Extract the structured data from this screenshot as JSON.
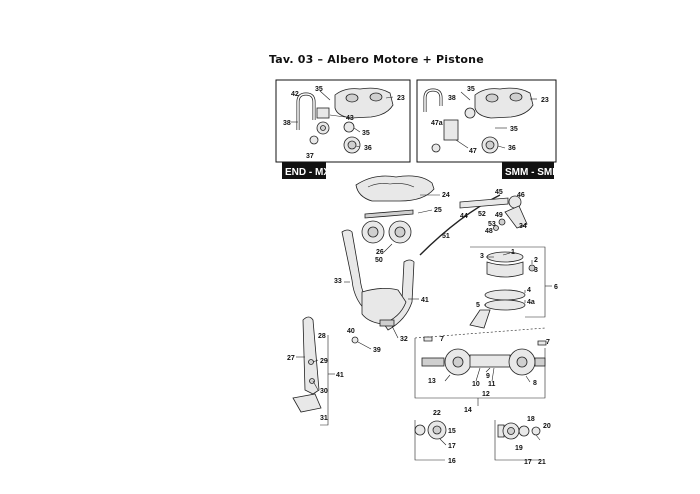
{
  "title": "Tav. 03 – Albero Motore + Pistone",
  "variant_tags": {
    "left": "END - MX",
    "right": "SMM - SMR"
  },
  "part_labels": {
    "p35a": "35",
    "p42": "42",
    "p23a": "23",
    "p38a": "38",
    "p43": "43",
    "p35b": "35",
    "p36a": "36",
    "p37": "37",
    "p38b": "38",
    "p35c": "35",
    "p23b": "23",
    "p47a": "47a",
    "p35d": "35",
    "p36b": "36",
    "p47": "47",
    "p24": "24",
    "p25": "25",
    "p26": "26",
    "p50": "50",
    "p33": "33",
    "p51": "51",
    "p41a": "41",
    "p45": "45",
    "p46": "46",
    "p52": "52",
    "p44": "44",
    "p49": "49",
    "p53": "53",
    "p48": "48",
    "p34": "34",
    "p3": "3",
    "p1": "1",
    "p2": "2",
    "p3b": "3",
    "p4": "4",
    "p6": "6",
    "p5": "5",
    "p4a": "4a",
    "p40": "40",
    "p32": "32",
    "p39": "39",
    "p7a": "7",
    "p7b": "7",
    "p27": "27",
    "p28": "28",
    "p29": "29",
    "p30": "30",
    "p41b": "41",
    "p31": "31",
    "p13": "13",
    "p10": "10",
    "p9": "9",
    "p11": "11",
    "p8": "8",
    "p12": "12",
    "p14": "14",
    "p22": "22",
    "p15": "15",
    "p17a": "17",
    "p16": "16",
    "p18": "18",
    "p20": "20",
    "p19": "19",
    "p17b": "17",
    "p21": "21"
  },
  "colors": {
    "ink": "#111111",
    "part_fill": "#e8e8e8",
    "tag_fill": "#111111"
  }
}
